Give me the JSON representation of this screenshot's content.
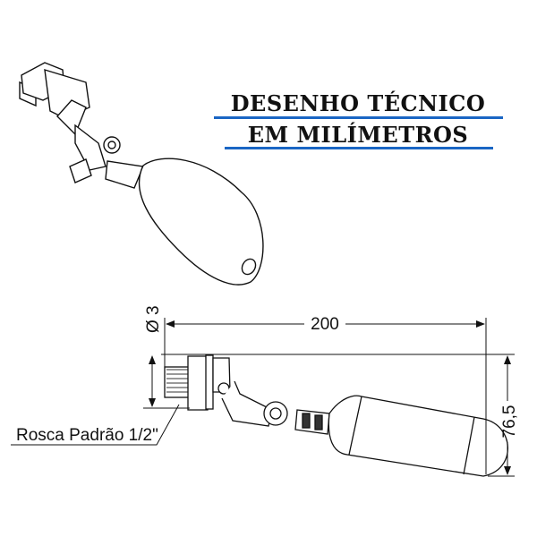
{
  "header": {
    "line1": "DESENHO TÉCNICO",
    "line2": "EM MILÍMETROS",
    "rule_color": "#1a66c4"
  },
  "drawing": {
    "length_label": "200",
    "height_label": "76,5",
    "diameter_label": "Ø 3",
    "thread_label": "Rosca Padrão 1/2\""
  }
}
